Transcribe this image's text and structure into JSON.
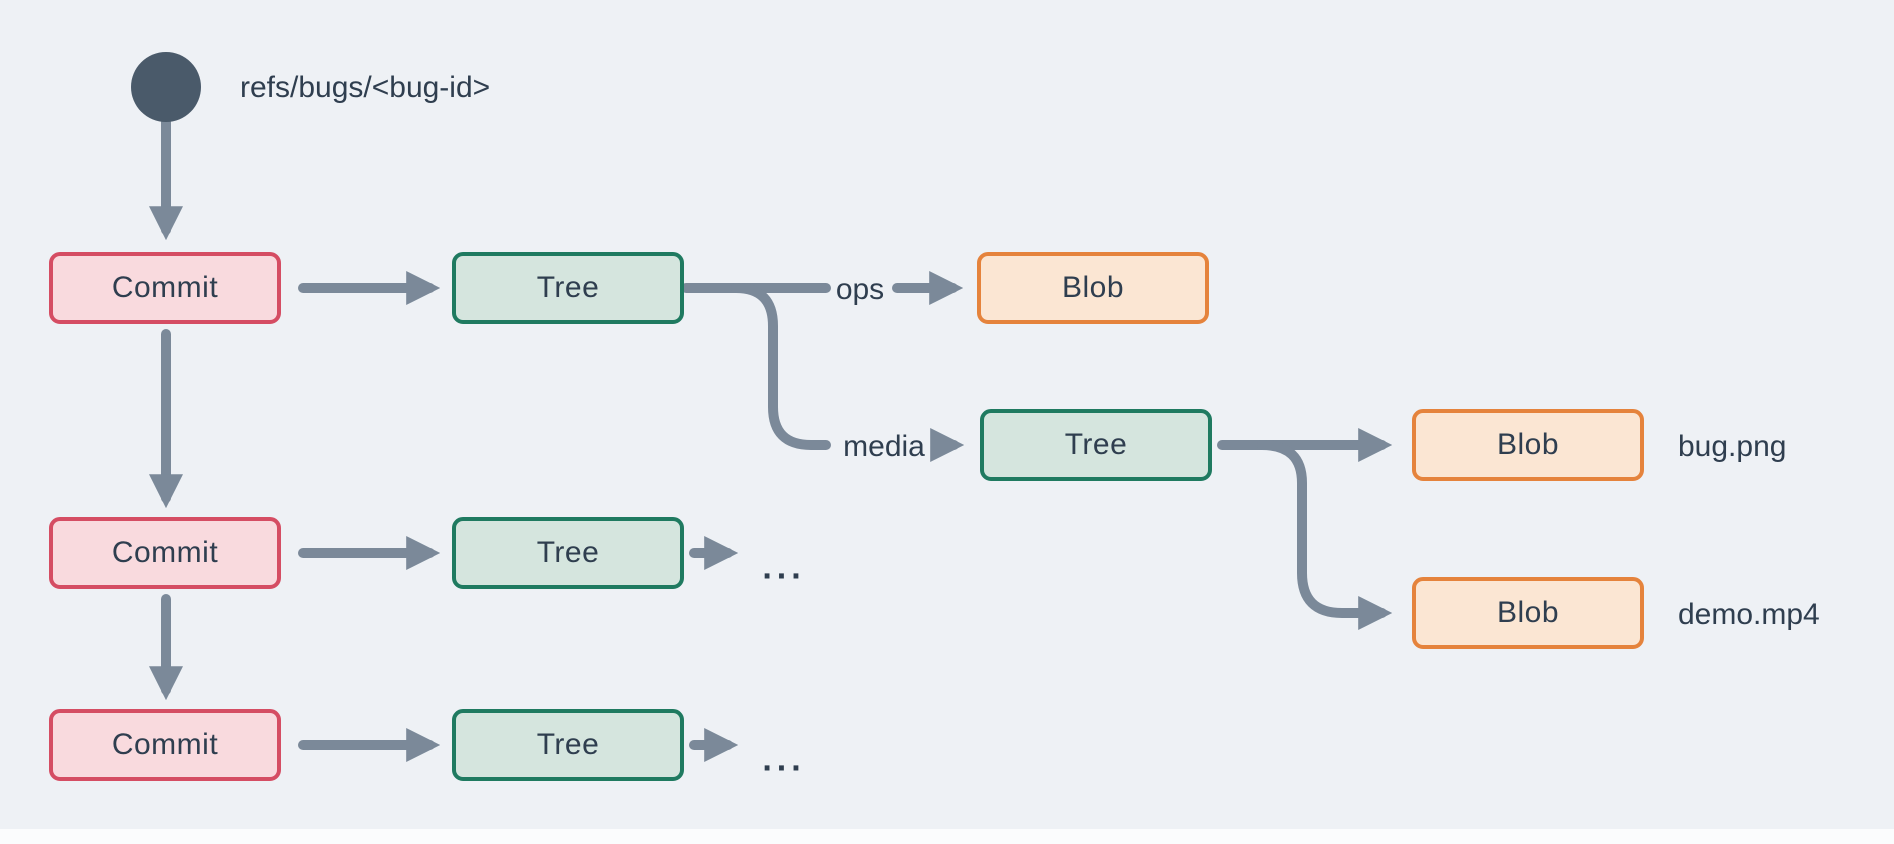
{
  "colors": {
    "background": "#eef1f5",
    "connector": "#7b8999",
    "ref-circle": "#4a5a6a",
    "text": "#2f3e4f",
    "commit-fill": "#f9dade",
    "commit-border": "#d54d63",
    "tree-fill": "#d5e5de",
    "tree-border": "#1f7a60",
    "blob-fill": "#fbe6d3",
    "blob-border": "#e5833c",
    "footer-strip": "#fbfcfd"
  },
  "ref": {
    "label": "refs/bugs/<bug-id>"
  },
  "nodes": {
    "commit1": {
      "label": "Commit",
      "type": "commit"
    },
    "commit2": {
      "label": "Commit",
      "type": "commit"
    },
    "commit3": {
      "label": "Commit",
      "type": "commit"
    },
    "tree1": {
      "label": "Tree",
      "type": "tree"
    },
    "tree2": {
      "label": "Tree",
      "type": "tree"
    },
    "tree3": {
      "label": "Tree",
      "type": "tree"
    },
    "tree_media": {
      "label": "Tree",
      "type": "tree"
    },
    "blob_ops": {
      "label": "Blob",
      "type": "blob"
    },
    "blob_bug": {
      "label": "Blob",
      "type": "blob"
    },
    "blob_demo": {
      "label": "Blob",
      "type": "blob"
    }
  },
  "edge_labels": {
    "ops": "ops",
    "media": "media"
  },
  "file_labels": {
    "bug": "bug.png",
    "demo": "demo.mp4"
  },
  "ellipsis": "..."
}
